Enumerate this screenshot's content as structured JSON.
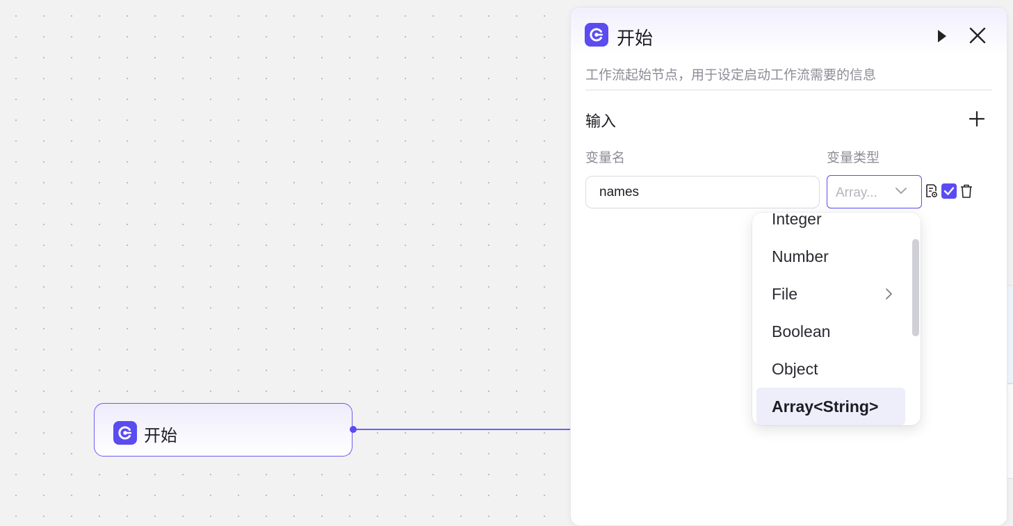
{
  "canvas": {
    "start_node": {
      "title": "开始",
      "icon": "start-node-icon"
    }
  },
  "panel": {
    "title": "开始",
    "icon": "start-node-icon",
    "description": "工作流起始节点，用于设定启动工作流需要的信息",
    "input_section": {
      "title": "输入",
      "column_name": "变量名",
      "column_type": "变量类型",
      "variables": [
        {
          "name": "names",
          "type_display": "Array...",
          "required": true
        }
      ]
    }
  },
  "type_dropdown": {
    "options": [
      {
        "label": "Integer"
      },
      {
        "label": "Number"
      },
      {
        "label": "File",
        "has_submenu": true
      },
      {
        "label": "Boolean"
      },
      {
        "label": "Object"
      },
      {
        "label": "Array<String>",
        "selected": true
      }
    ]
  },
  "colors": {
    "accent": "#5a4cf0",
    "canvas_bg": "#f2f2f3",
    "panel_header_tint": "#f1effd",
    "selected_option_bg": "#eeedfa"
  }
}
